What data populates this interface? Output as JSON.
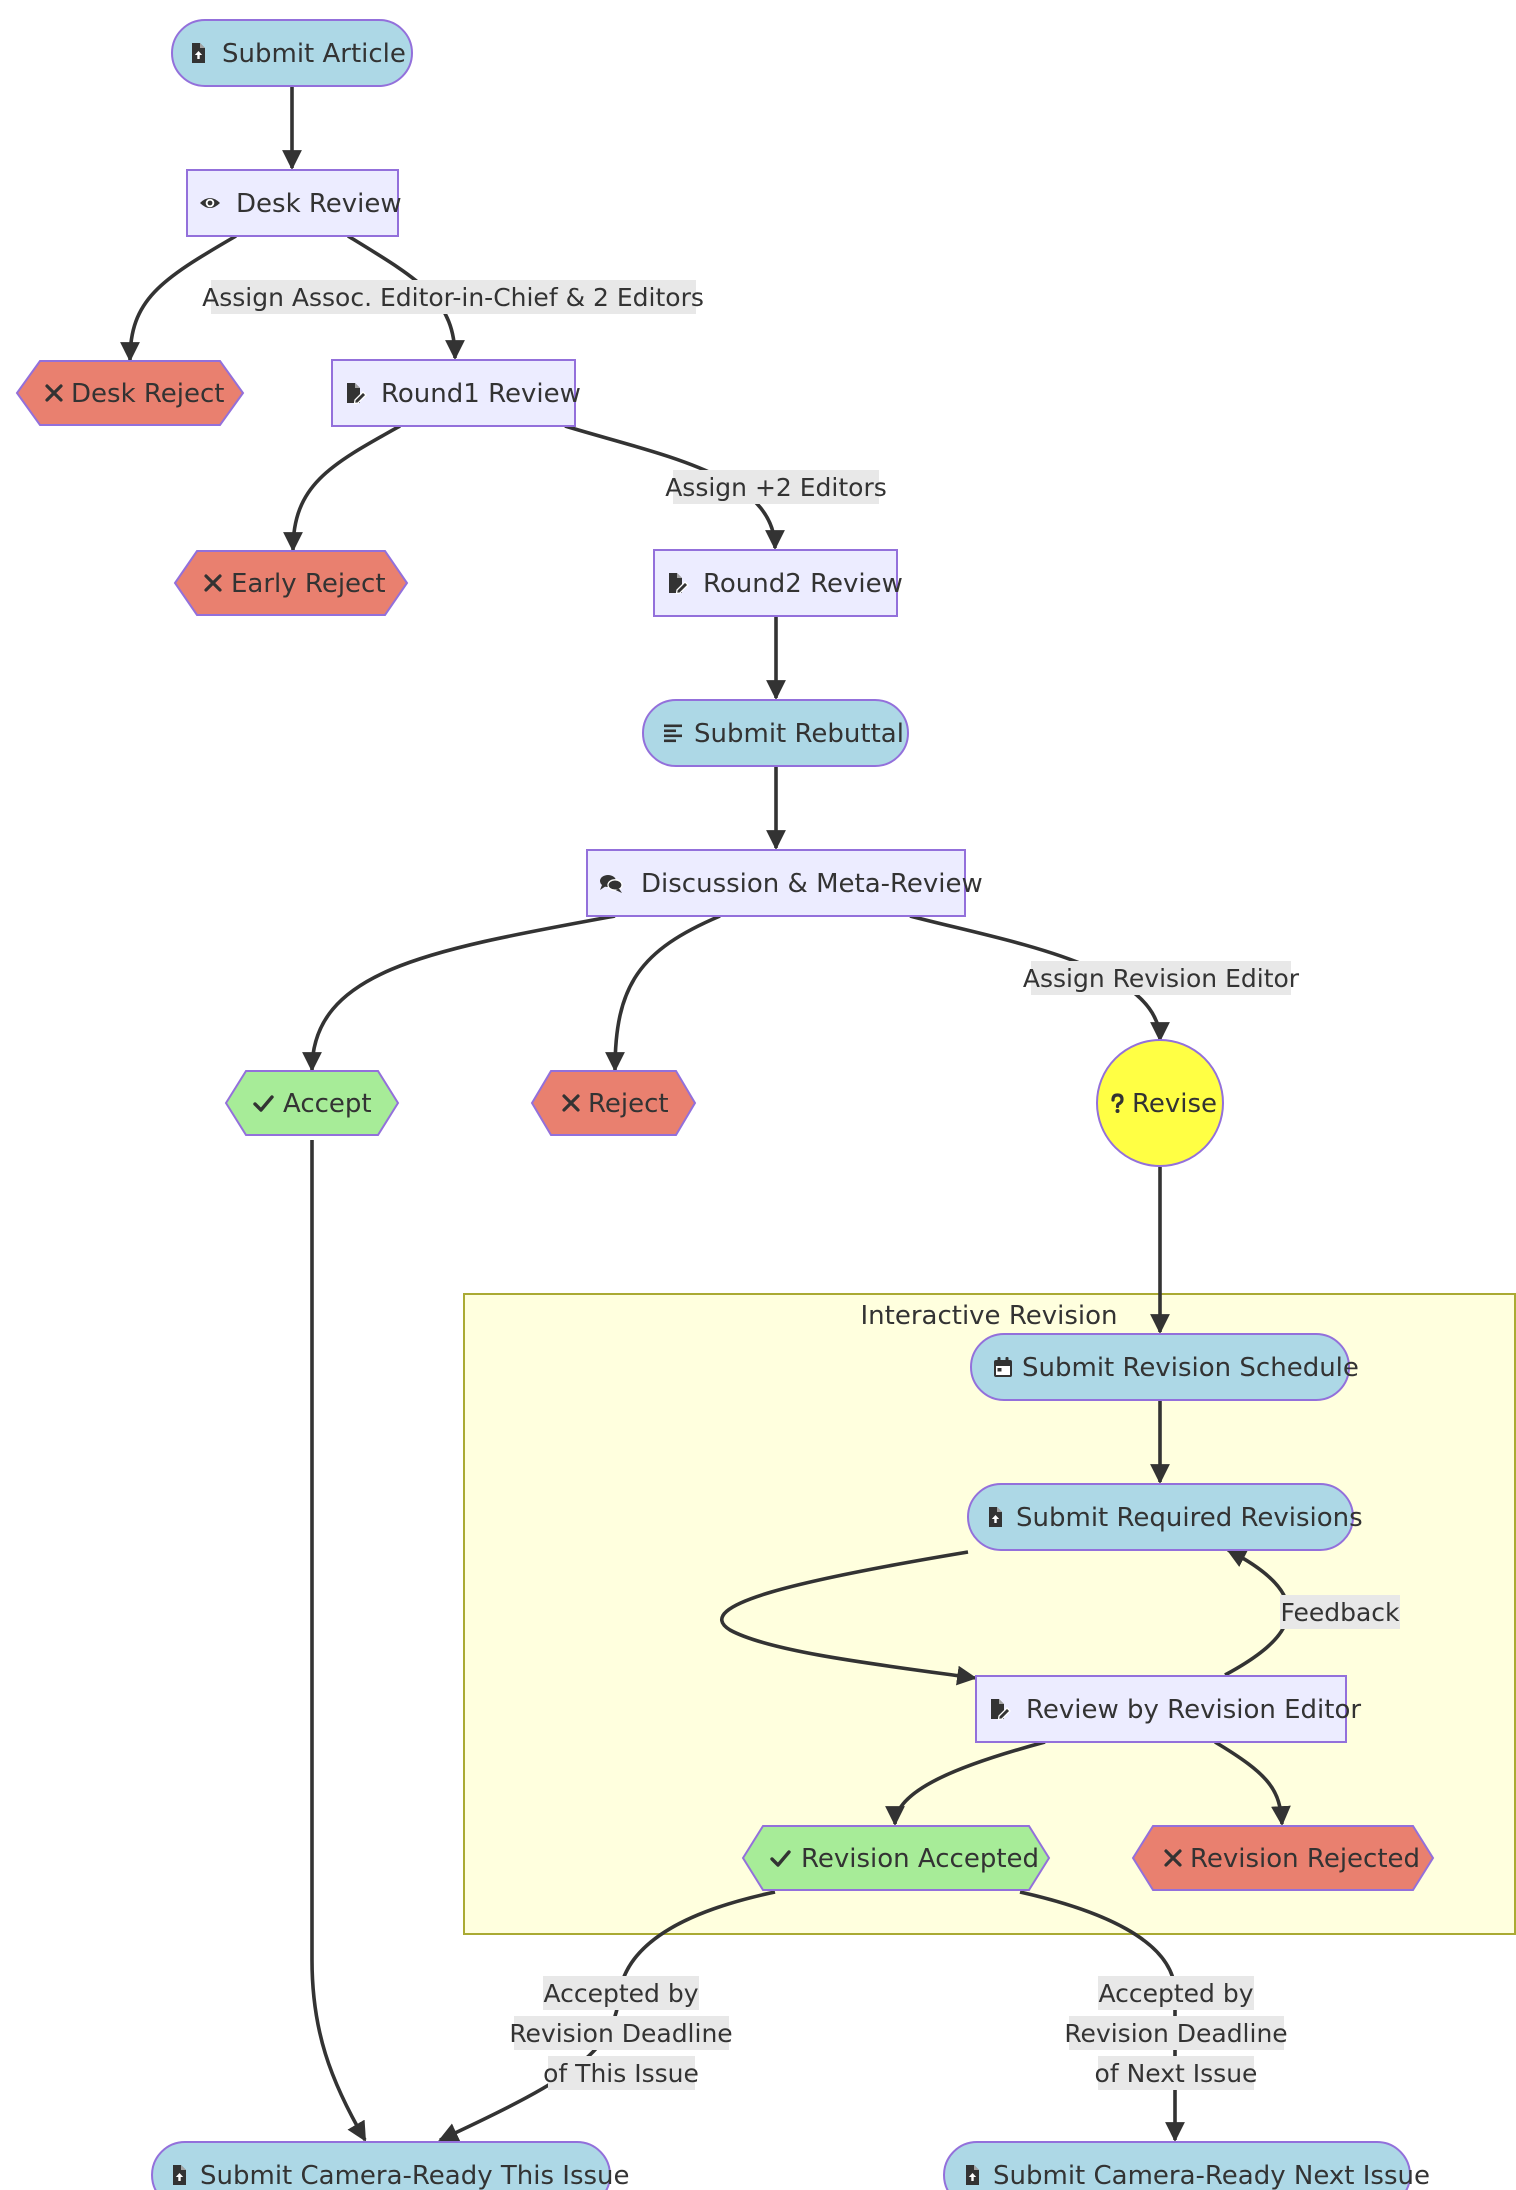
{
  "colors": {
    "action": "#add8e6",
    "process": "#ececff",
    "reject": "#e9806f",
    "accept": "#a7ec98",
    "decision": "#ffff44",
    "node_stroke": "#9370db",
    "cluster_fill": "#ffffde",
    "cluster_stroke": "#aaaa33",
    "edge": "#333333",
    "label_bg": "#e8e8e8"
  },
  "diagram": {
    "cluster": {
      "label": "Interactive Revision"
    },
    "nodes": {
      "submit_article": {
        "label": "Submit Article",
        "icon": "file-upload-icon"
      },
      "desk_review": {
        "label": "Desk Review",
        "icon": "eye-icon"
      },
      "desk_reject": {
        "label": "Desk Reject",
        "icon": "x-icon"
      },
      "round1": {
        "label": "Round1 Review",
        "icon": "file-pen-icon"
      },
      "early_reject": {
        "label": "Early Reject",
        "icon": "x-icon"
      },
      "round2": {
        "label": "Round2 Review",
        "icon": "file-pen-icon"
      },
      "rebuttal": {
        "label": "Submit Rebuttal",
        "icon": "align-left-icon"
      },
      "discussion": {
        "label": "Discussion & Meta-Review",
        "icon": "comments-icon"
      },
      "accept": {
        "label": "Accept",
        "icon": "check-icon"
      },
      "reject": {
        "label": "Reject",
        "icon": "x-icon"
      },
      "revise": {
        "label": "Revise",
        "icon": "question-icon"
      },
      "schedule": {
        "label": "Submit Revision Schedule",
        "icon": "calendar-icon"
      },
      "required": {
        "label": "Submit Required Revisions",
        "icon": "file-upload-icon"
      },
      "review_editor": {
        "label": "Review by Revision Editor",
        "icon": "file-pen-icon"
      },
      "rev_accepted": {
        "label": "Revision Accepted",
        "icon": "check-icon"
      },
      "rev_rejected": {
        "label": "Revision Rejected",
        "icon": "x-icon"
      },
      "camera_this": {
        "label": "Submit Camera-Ready This Issue",
        "icon": "file-upload-icon"
      },
      "camera_next": {
        "label": "Submit Camera-Ready Next Issue",
        "icon": "file-upload-icon"
      }
    },
    "edges": {
      "assign_aeic": "Assign Assoc. Editor-in-Chief & 2 Editors",
      "assign_plus2": "Assign +2 Editors",
      "assign_revision_editor": "Assign Revision Editor",
      "feedback": "Feedback",
      "deadline_this": [
        "Accepted by",
        "Revision Deadline",
        "of This Issue"
      ],
      "deadline_next": [
        "Accepted by",
        "Revision Deadline",
        "of Next Issue"
      ]
    }
  }
}
